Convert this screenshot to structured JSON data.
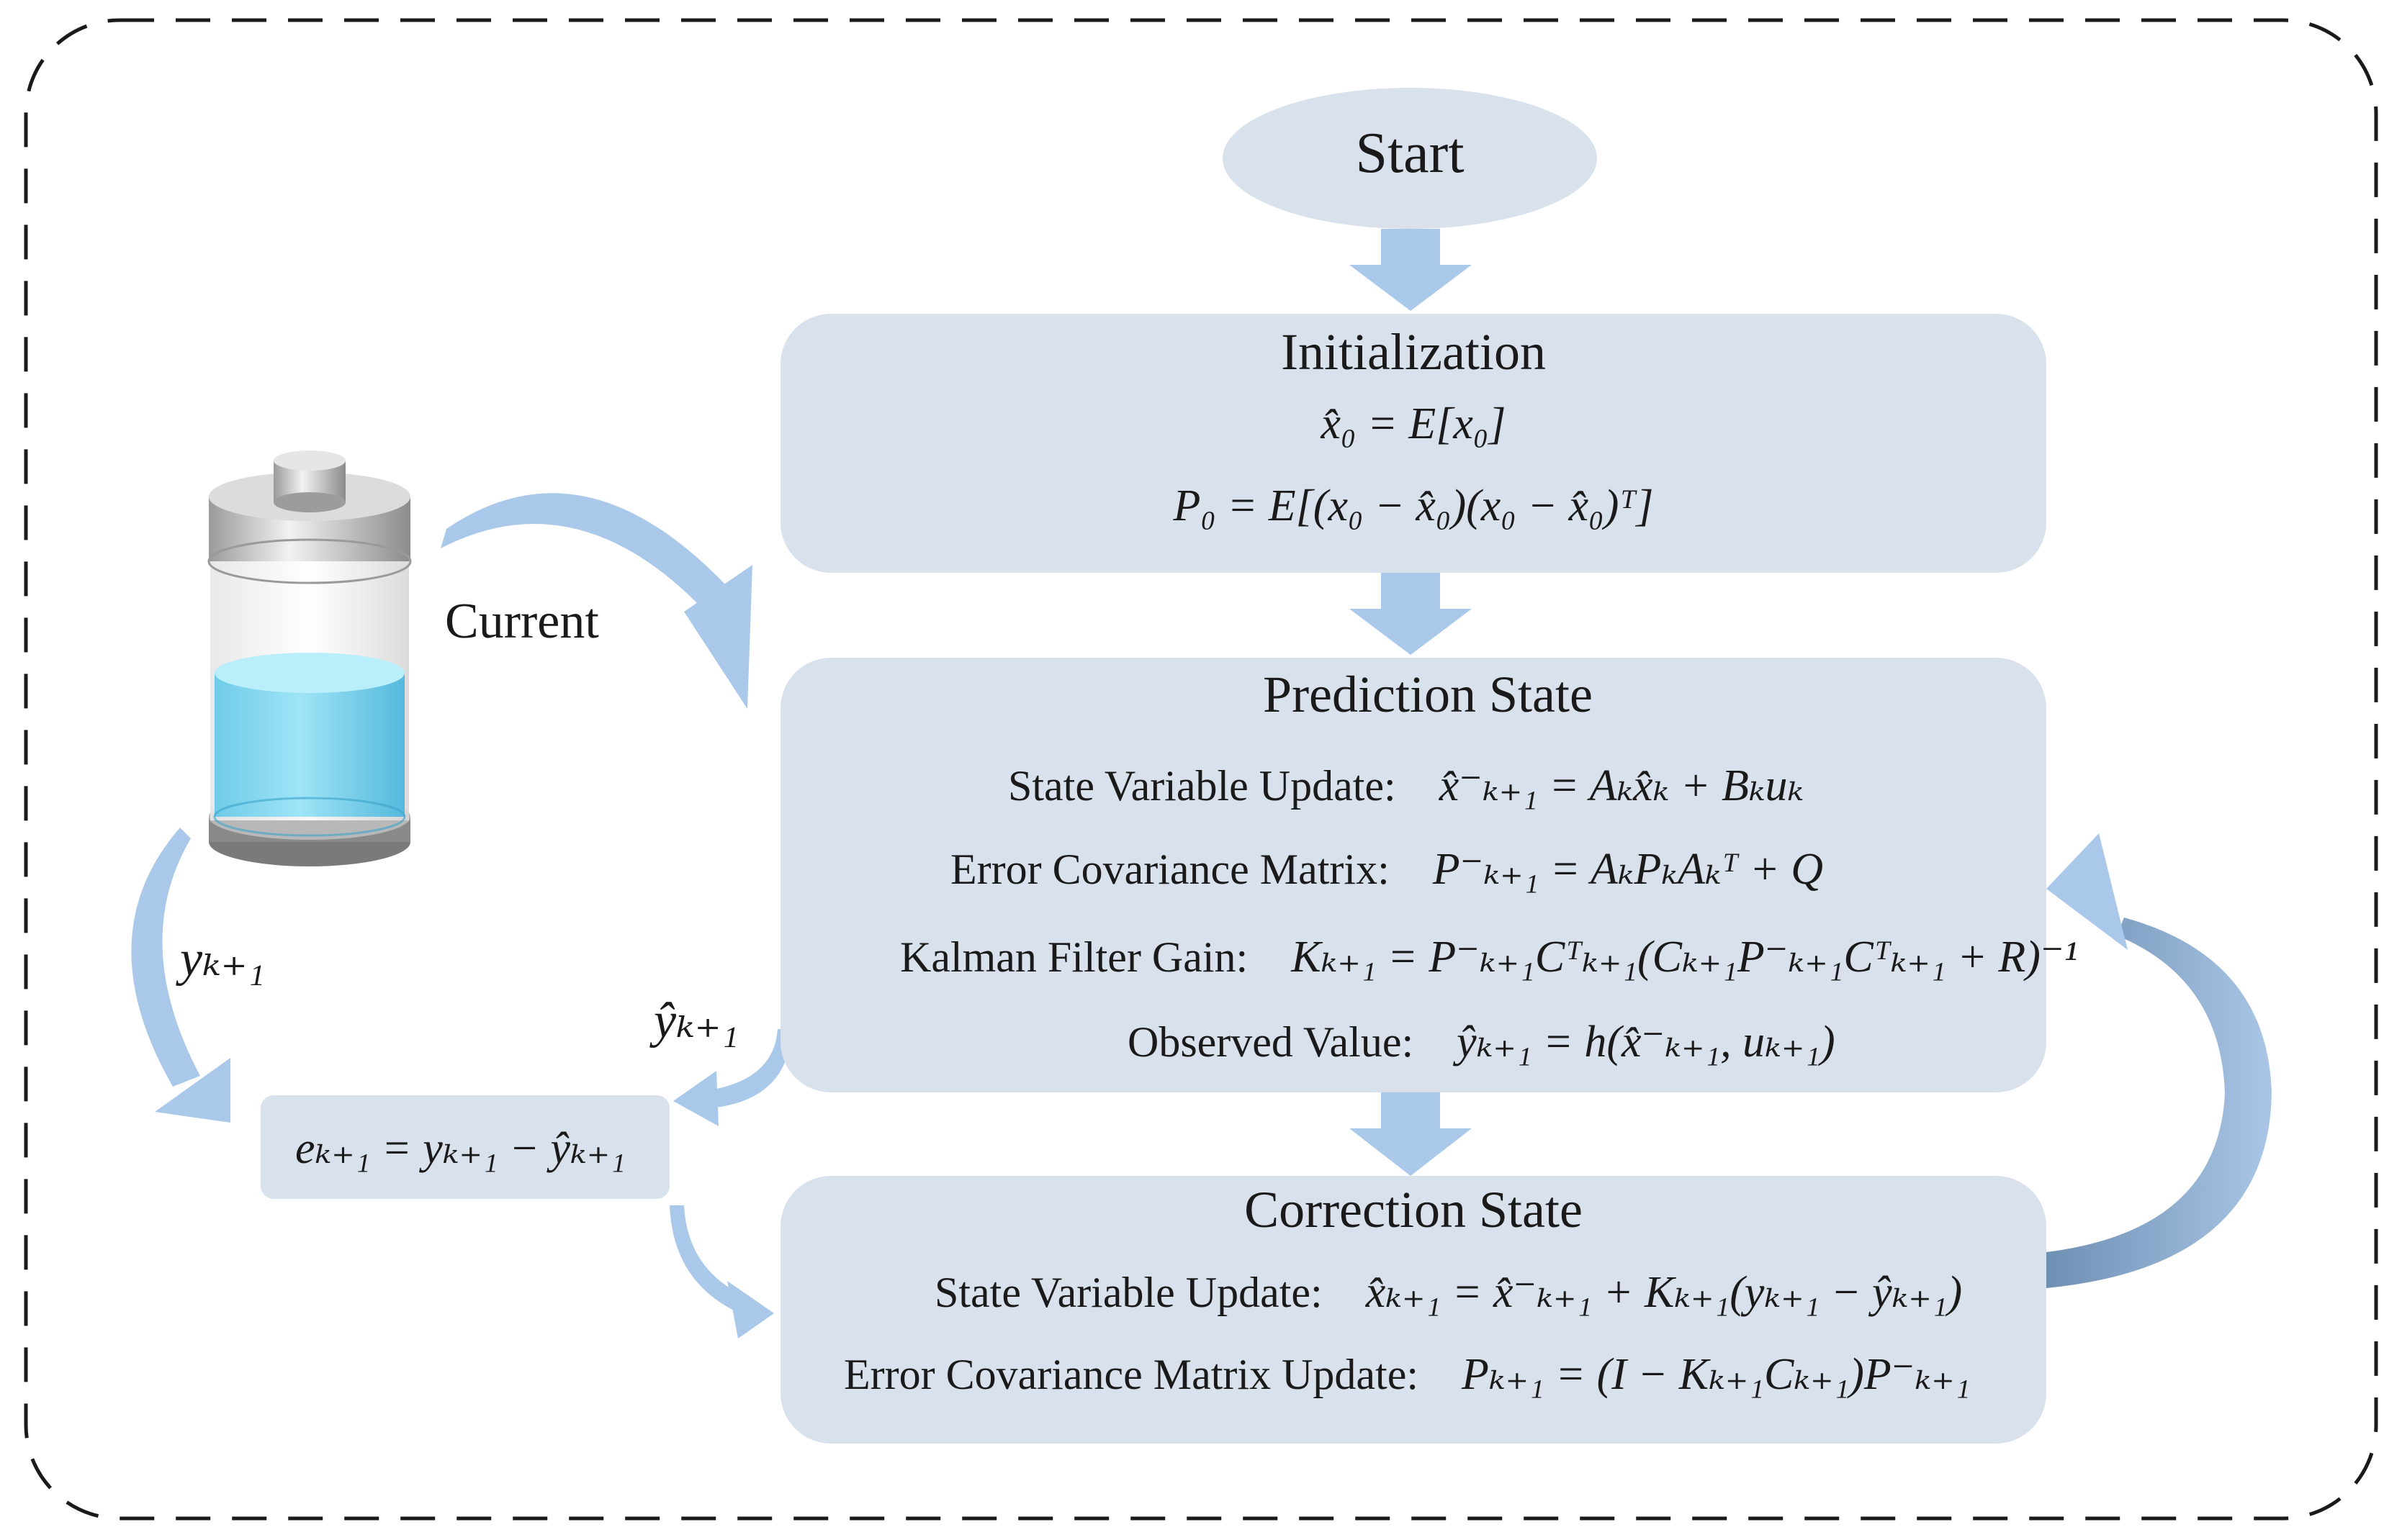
{
  "start": {
    "label": "Start"
  },
  "initialization": {
    "title": "Initialization",
    "eq1": "x̂₀ = E[x₀]",
    "eq2": "P₀ = E[(x₀ − x̂₀)(x₀ − x̂₀)ᵀ]"
  },
  "prediction": {
    "title": "Prediction State",
    "rows": [
      {
        "label": "State Variable Update:",
        "equation": "x̂⁻ₖ₊₁ = Aₖx̂ₖ + Bₖuₖ"
      },
      {
        "label": "Error Covariance Matrix:",
        "equation": "P⁻ₖ₊₁ = AₖPₖAₖᵀ + Q"
      },
      {
        "label": "Kalman Filter Gain:",
        "equation": "Kₖ₊₁ = P⁻ₖ₊₁Cᵀₖ₊₁(Cₖ₊₁P⁻ₖ₊₁Cᵀₖ₊₁ + R)⁻¹"
      },
      {
        "label": "Observed Value:",
        "equation": "ŷₖ₊₁ = h(x̂⁻ₖ₊₁, uₖ₊₁)"
      }
    ]
  },
  "correction": {
    "title": "Correction State",
    "rows": [
      {
        "label": "State Variable Update:",
        "equation": "x̂ₖ₊₁ = x̂⁻ₖ₊₁ + Kₖ₊₁(yₖ₊₁ − ŷₖ₊₁)"
      },
      {
        "label": "Error Covariance Matrix Update:",
        "equation": "Pₖ₊₁ = (I − Kₖ₊₁Cₖ₊₁)P⁻ₖ₊₁"
      }
    ]
  },
  "error_box": {
    "equation": "eₖ₊₁ = yₖ₊₁ − ŷₖ₊₁"
  },
  "labels": {
    "current": "Current",
    "y_measured": "yₖ₊₁",
    "y_estimated": "ŷₖ₊₁"
  },
  "colors": {
    "box_fill": "#d9e1ec",
    "arrow_light": "#a9c8ea",
    "arrow_dark": "#86a4c4",
    "battery_liquid": "#7fd6f0",
    "frame_dash": "#1a1a1a"
  },
  "icons": [
    "battery-icon"
  ]
}
